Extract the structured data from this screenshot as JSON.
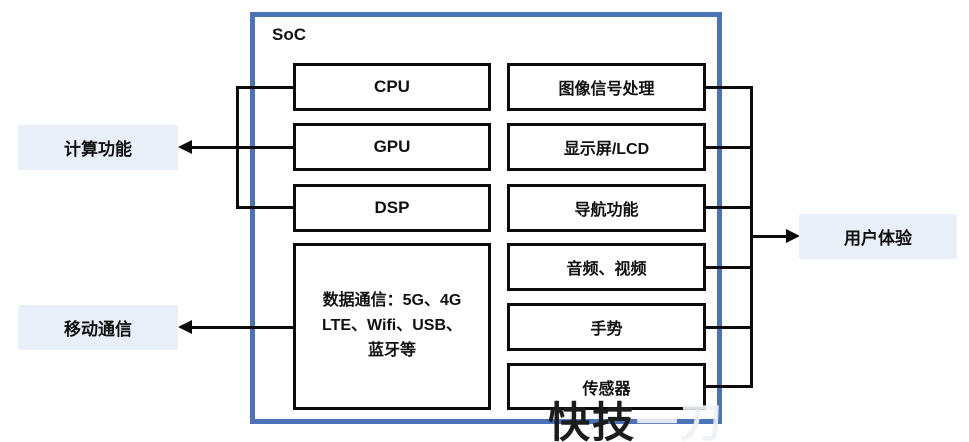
{
  "soc": {
    "label": "SoC",
    "left_column": [
      {
        "label": "CPU"
      },
      {
        "label": "GPU"
      },
      {
        "label": "DSP"
      },
      {
        "label": "数据通信：5G、4G LTE、Wifi、USB、蓝牙等",
        "lines": [
          "数据通信：5G、4G",
          "LTE、Wifi、USB、",
          "蓝牙等"
        ]
      }
    ],
    "right_column": [
      {
        "label": "图像信号处理"
      },
      {
        "label": "显示屏/LCD"
      },
      {
        "label": "导航功能"
      },
      {
        "label": "音频、视频"
      },
      {
        "label": "手势"
      },
      {
        "label": "传感器"
      }
    ]
  },
  "external": {
    "compute": {
      "label": "计算功能"
    },
    "mobile": {
      "label": "移动通信"
    },
    "ux": {
      "label": "用户体验"
    }
  },
  "watermark": {
    "text_dark": "快技",
    "text_light": "一刀"
  },
  "colors": {
    "soc_border": "#4a73b8",
    "box_border": "#0b0b0b",
    "external_label_bg": "#e9eff9",
    "text": "#111111"
  }
}
